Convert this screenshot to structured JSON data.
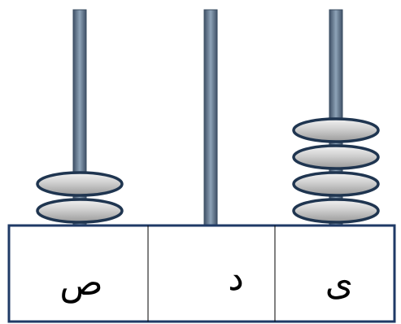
{
  "abacus": {
    "rods": [
      {
        "label": "ص",
        "beads": 2
      },
      {
        "label": "د",
        "beads": 0
      },
      {
        "label": "ى",
        "beads": 4
      }
    ],
    "colors": {
      "rod": "#5a6f86",
      "rod_highlight": "#8ea3b8",
      "bead_fill": "#c9c9c9",
      "bead_outline": "#1f3550",
      "frame": "#1f3a66"
    }
  }
}
